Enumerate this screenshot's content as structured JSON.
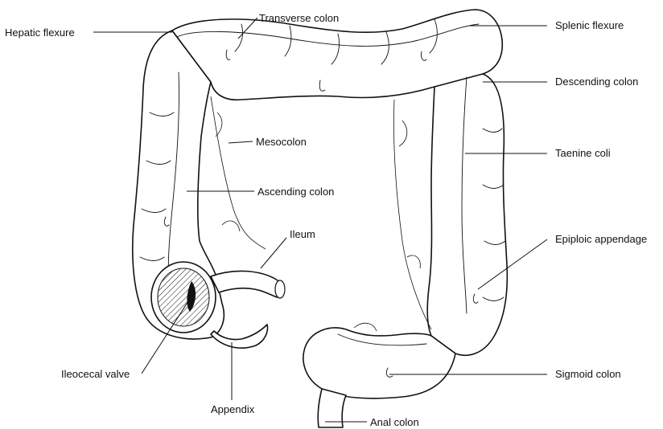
{
  "labels": {
    "hepatic_flexure": "Hepatic flexure",
    "transverse_colon": "Transverse colon",
    "splenic_flexure": "Splenic flexure",
    "descending_colon": "Descending colon",
    "mesocolon": "Mesocolon",
    "taenine_coli": "Taenine coli",
    "ascending_colon": "Ascending colon",
    "ileum": "Ileum",
    "epiploic_appendage": "Epiploic appendage",
    "ileocecal_valve": "Ileocecal valve",
    "sigmoid_colon": "Sigmoid colon",
    "appendix": "Appendix",
    "anal_colon": "Anal colon"
  }
}
